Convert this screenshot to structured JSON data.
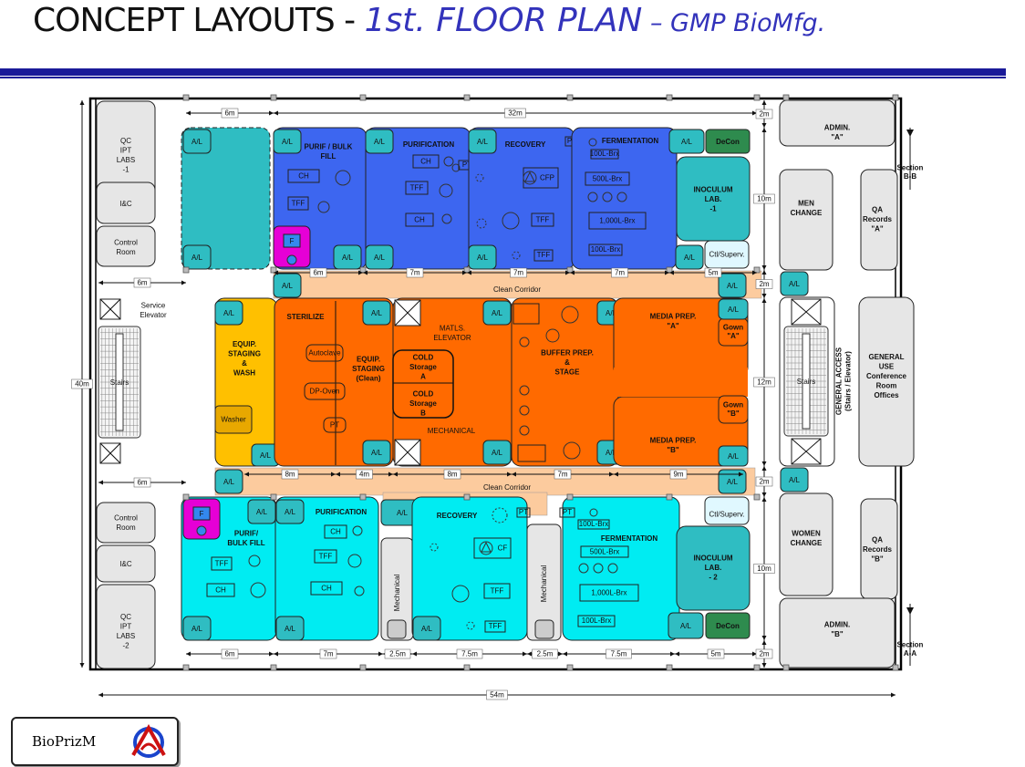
{
  "title": {
    "part1": "CONCEPT LAYOUTS  - ",
    "part2": "1st. FLOOR PLAN",
    "part3": " – GMP BioMfg."
  },
  "logo": {
    "text": "BioPrizM"
  },
  "labels": {
    "al": "A/L",
    "f": "F",
    "ch": "CH",
    "tff": "TFF",
    "cfp": "CFP",
    "cf": "CF",
    "pt": "PT",
    "decon": "DeCon",
    "l100": "100L-Brx",
    "l500": "500L-Brx",
    "l1000": "1,000L-Brx",
    "qc1": [
      "QC",
      "IPT",
      "LABS",
      "-1"
    ],
    "ic": "I&C",
    "control": [
      "Control",
      "Room"
    ],
    "service": [
      "Service",
      "Elevator"
    ],
    "stairs": "Stairs",
    "qc2": [
      "QC",
      "IPT",
      "LABS",
      "-2"
    ],
    "purif_bulk_fill_top": [
      "PURIF / BULK",
      "FILL"
    ],
    "purification": "PURIFICATION",
    "recovery": "RECOVERY",
    "fermentation": "FERMENTATION",
    "inoculum1": [
      "INOCULUM",
      "LAB.",
      "-1"
    ],
    "inoculum2": [
      "INOCULUM",
      "LAB.",
      "- 2"
    ],
    "ctl": "Ctl/Superv.",
    "clean_corridor": "Clean Corridor",
    "equip_wash": [
      "EQUIP.",
      "STAGING",
      "&",
      "WASH"
    ],
    "washer": "Washer",
    "sterilize": "STERILIZE",
    "autoclave": "Autoclave",
    "dpoven": "DP-Oven",
    "equip_clean": [
      "EQUIP.",
      "STAGING",
      "(Clean)"
    ],
    "matls": [
      "MATLS.",
      "ELEVATOR"
    ],
    "cold_a": [
      "COLD",
      "Storage",
      "A"
    ],
    "cold_b": [
      "COLD",
      "Storage",
      "B"
    ],
    "mechanical": "MECHANICAL",
    "buffer": [
      "BUFFER PREP.",
      "&",
      "STAGE"
    ],
    "media_a": [
      "MEDIA  PREP.",
      "\"A\""
    ],
    "media_b": [
      "MEDIA  PREP.",
      "\"B\""
    ],
    "gown_a": [
      "Gown",
      "\"A\""
    ],
    "gown_b": [
      "Gown",
      "\"B\""
    ],
    "purif_bulk_fill_bot": [
      "PURIF/",
      "BULK FILL"
    ],
    "mechanical_v": "Mechanical",
    "admin_a": [
      "ADMIN.",
      "\"A\""
    ],
    "admin_b": [
      "ADMIN.",
      "\"B\""
    ],
    "men": [
      "MEN",
      "CHANGE"
    ],
    "women": [
      "WOMEN",
      "CHANGE"
    ],
    "qa_a": [
      "QA",
      "Records",
      "\"A\""
    ],
    "qa_b": [
      "QA",
      "Records",
      "\"B\""
    ],
    "general_access": "GENERAL ACCESS",
    "general_access2": "(Stairs / Elevator)",
    "general_use": [
      "GENERAL",
      "USE",
      "Conference",
      "Room",
      "Offices"
    ],
    "section_bb": [
      "Section",
      "B-B"
    ],
    "section_aa": [
      "Section",
      "A-A"
    ]
  },
  "dimensions": {
    "d6m": "6m",
    "d32m": "32m",
    "d2m": "2m",
    "d7m": "7m",
    "d5m": "5m",
    "d10m": "10m",
    "d12m": "12m",
    "d8m": "8m",
    "d4m": "4m",
    "d9m": "9m",
    "d2_5m": "2.5m",
    "d7_5m": "7.5m",
    "d40m": "40m",
    "d54m": "54m"
  },
  "colors": {
    "blue": "#3d66f0",
    "cyan": "#00ecf2",
    "teal": "#2fbdc2",
    "orange": "#ff6a00",
    "yellow": "#ffc000",
    "peach": "#fccb9e",
    "grey": "#e6e6e6",
    "magenta": "#e600d6",
    "darkgreen": "#2e8b4e",
    "rule": "#1a1a99"
  }
}
